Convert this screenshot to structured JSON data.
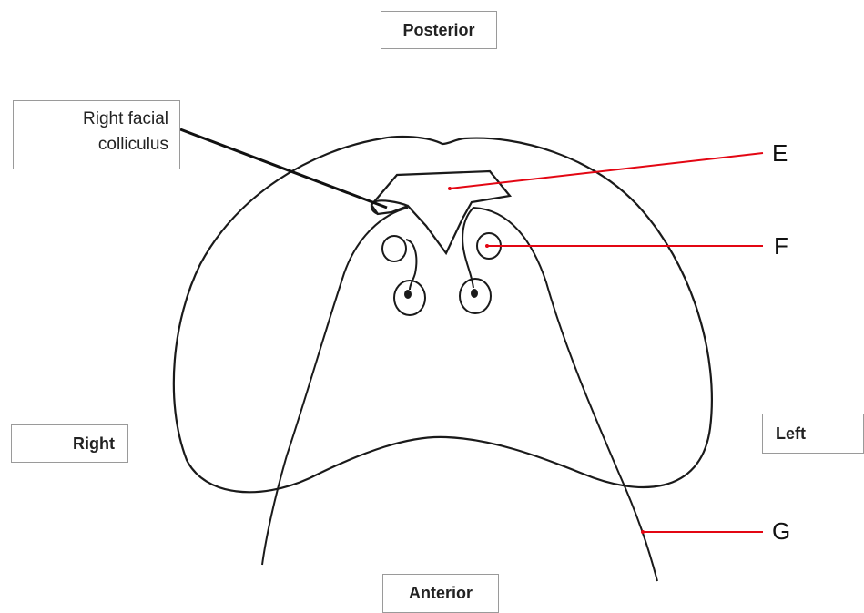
{
  "orientation": {
    "posterior": "Posterior",
    "anterior": "Anterior",
    "right": "Right",
    "left": "Left"
  },
  "callout": {
    "line1": "Right facial",
    "line2": "colliculus"
  },
  "pointers": {
    "e": "E",
    "f": "F",
    "g": "G"
  },
  "colors": {
    "outline": "#1a1a1a",
    "pointer": "#e30613",
    "box_border": "#9a9a9a"
  }
}
